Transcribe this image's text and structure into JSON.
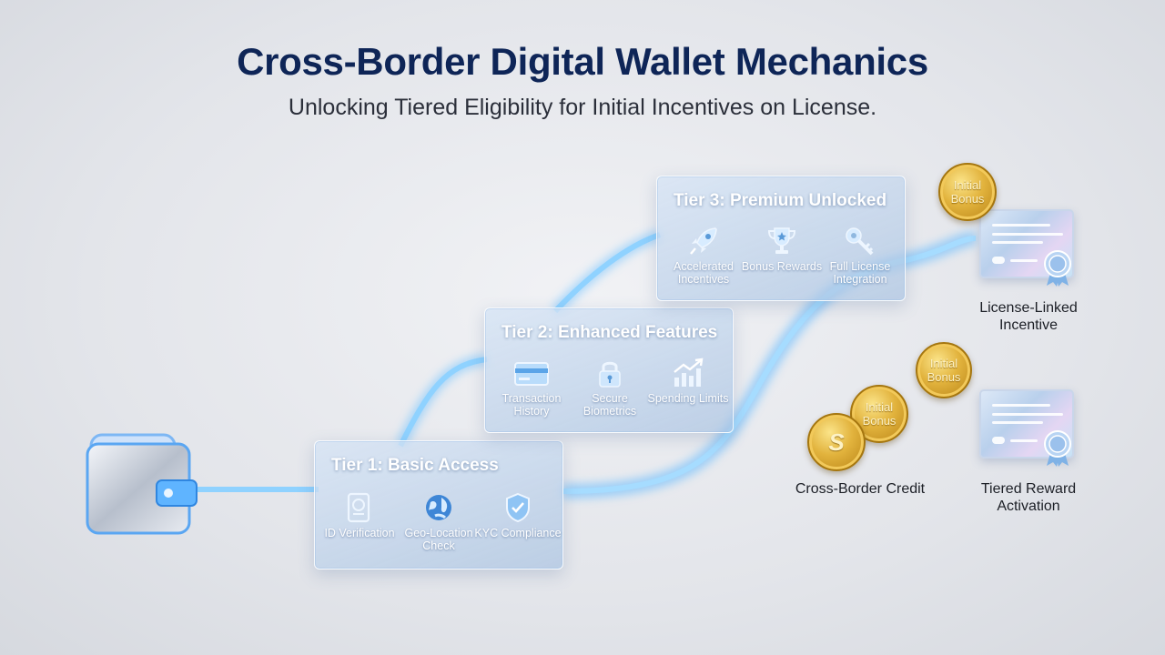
{
  "header": {
    "title": "Cross-Border Digital Wallet Mechanics",
    "subtitle": "Unlocking Tiered Eligibility for Initial Incentives on License."
  },
  "tiers": [
    {
      "title": "Tier 1: Basic Access",
      "features": [
        {
          "label": "ID Verification",
          "icon": "passport-icon"
        },
        {
          "label": "Geo-Location Check",
          "icon": "globe-icon"
        },
        {
          "label": "KYC Compliance",
          "icon": "shield-check-icon"
        }
      ]
    },
    {
      "title": "Tier 2: Enhanced Features",
      "features": [
        {
          "label": "Transaction History",
          "icon": "card-icon"
        },
        {
          "label": "Secure Biometrics",
          "icon": "lock-icon"
        },
        {
          "label": "Spending Limits",
          "icon": "chart-up-icon"
        }
      ]
    },
    {
      "title": "Tier 3: Premium Unlocked",
      "features": [
        {
          "label": "Accelerated Incentives",
          "icon": "rocket-icon"
        },
        {
          "label": "Bonus Rewards",
          "icon": "trophy-icon"
        },
        {
          "label": "Full License Integration",
          "icon": "key-icon"
        }
      ]
    }
  ],
  "coins": {
    "text": "Initial Bonus",
    "symbol": "S"
  },
  "outcomes": [
    {
      "label": "License-Linked Incentive"
    },
    {
      "label": "Cross-Border Credit"
    },
    {
      "label": "Tiered Reward Activation"
    }
  ],
  "colors": {
    "title": "#0e2557",
    "flow": "#3fa9ff",
    "coin": "#e2b33d"
  }
}
